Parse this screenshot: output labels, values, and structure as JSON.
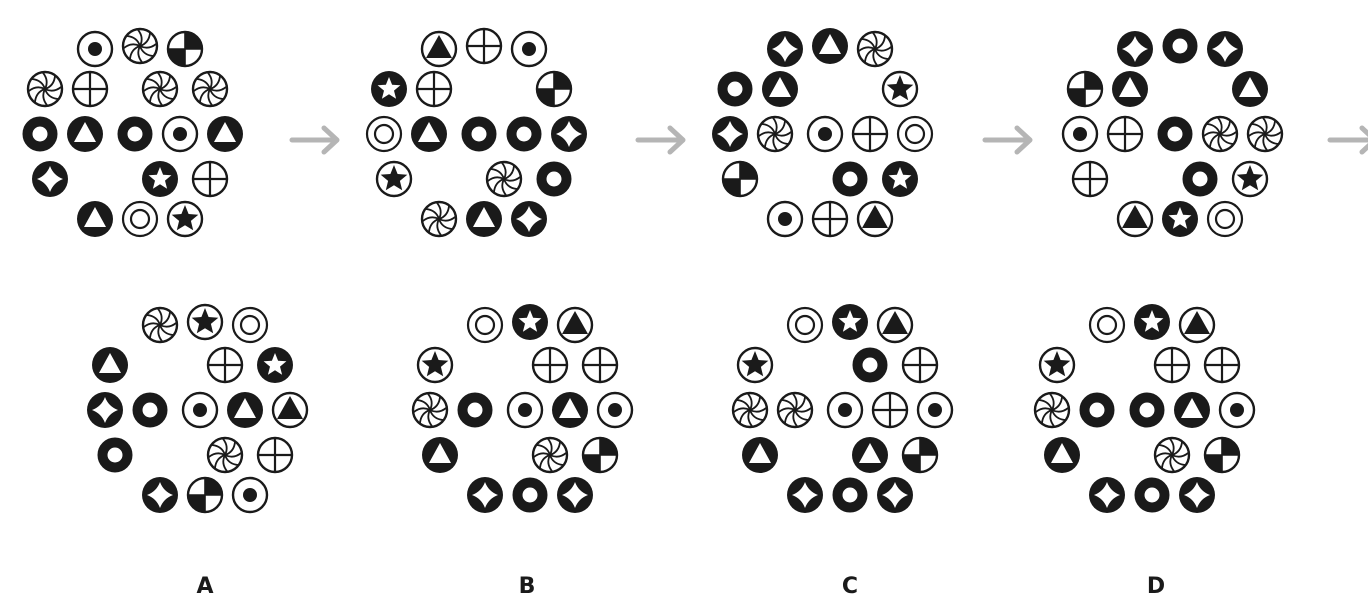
{
  "puzzle": {
    "sequence": [
      {
        "pattern": [
          "swirl",
          "dot",
          "quarter",
          "swirl",
          "cross",
          "swirl",
          "ring",
          "tri_w",
          "ring",
          "dot",
          "tri_w",
          "star4",
          "star_w",
          "cross",
          "tri_w",
          "ring_thin",
          "star_b",
          "swirl"
        ]
      },
      {
        "pattern": [
          "tri_b",
          "cross",
          "dot",
          "star_w",
          "cross",
          "quarter",
          "ring_thin",
          "tri_w",
          "ring",
          "ring",
          "star4",
          "star_b",
          "swirl",
          "ring",
          "swirl",
          "tri_w",
          "star4"
        ]
      },
      {
        "pattern": [
          "star4",
          "tri_w",
          "swirl",
          "ring",
          "tri_w",
          "star_b",
          "star4",
          "swirl",
          "dot",
          "cross",
          "ring_thin",
          "quarter",
          "ring",
          "star_w",
          "dot",
          "cross",
          "tri_b"
        ]
      },
      {
        "pattern": [
          "star4",
          "ring",
          "star4",
          "quarter",
          "tri_w",
          "tri_w",
          "dot",
          "cross",
          "ring",
          "swirl",
          "swirl",
          "cross",
          "ring",
          "star_b",
          "tri_b",
          "star_w",
          "ring_thin"
        ]
      }
    ],
    "options": [
      {
        "label": "A",
        "pattern": [
          "swirl",
          "star_b",
          "ring_thin",
          "tri_w",
          "cross",
          "star_w",
          "star4",
          "ring",
          "dot",
          "tri_w",
          "tri_b",
          "ring",
          "swirl",
          "cross",
          "star4",
          "quarter",
          "dot"
        ]
      },
      {
        "label": "B",
        "pattern": [
          "ring_thin",
          "star_w",
          "tri_b",
          "star_b",
          "cross",
          "cross",
          "swirl",
          "ring",
          "dot",
          "tri_w",
          "dot",
          "tri_w",
          "swirl",
          "quarter",
          "star4",
          "ring",
          "star4"
        ]
      },
      {
        "label": "C",
        "pattern": [
          "ring_thin",
          "star_w",
          "tri_b",
          "star_b",
          "ring",
          "cross",
          "swirl",
          "swirl",
          "dot",
          "cross",
          "dot",
          "tri_w",
          "tri_w",
          "quarter",
          "star4",
          "ring",
          "star4"
        ]
      },
      {
        "label": "D",
        "pattern": [
          "ring_thin",
          "star_w",
          "tri_b",
          "star_b",
          "cross",
          "cross",
          "swirl",
          "ring",
          "ring",
          "tri_w",
          "dot",
          "tri_w",
          "swirl",
          "quarter",
          "star4",
          "ring",
          "star4"
        ]
      }
    ],
    "icons": {
      "swirl": "swirl-icon",
      "dot": "dot-icon",
      "quarter": "quartered-circle-icon",
      "cross": "cross-circle-icon",
      "ring": "thick-ring-icon",
      "ring_thin": "thin-ring-icon",
      "tri_w": "white-triangle-icon",
      "tri_b": "black-triangle-icon",
      "star4": "four-point-star-icon",
      "star_w": "white-star-icon",
      "star_b": "black-star-icon"
    },
    "colors": {
      "ink": "#1a1a1a",
      "arrow": "#b5b5b5",
      "background": "#ffffff"
    }
  }
}
